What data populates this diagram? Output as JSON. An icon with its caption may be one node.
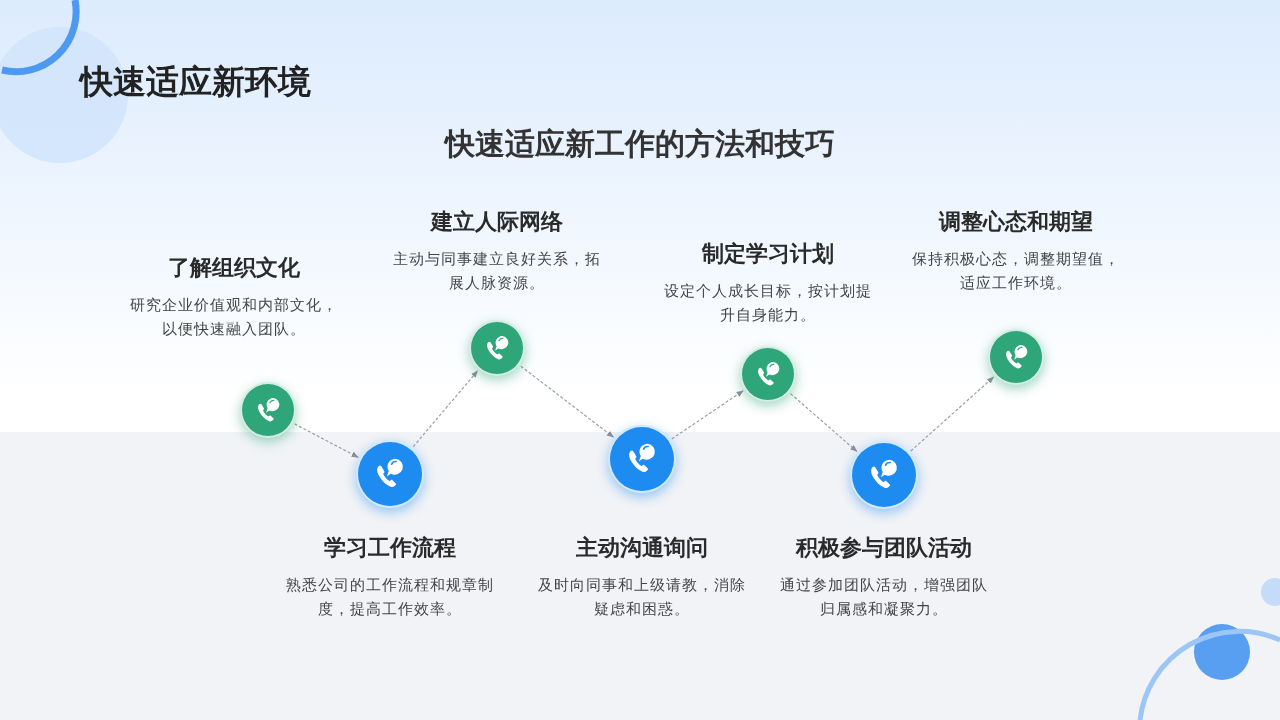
{
  "diagram": {
    "title": "快速适应新环境",
    "nodes": [
      {
        "text": [],
        "shape": "circle",
        "beside": [
          "了解组织文化",
          "研究企业价值观和内部文化，以便快速融入团队。"
        ]
      },
      {
        "text": [],
        "shape": "circle",
        "beside": [
          "学习工作流程",
          "熟悉公司的工作流程和规章制度，提高工作效率。"
        ]
      },
      {
        "text": [],
        "shape": "circle",
        "beside": [
          "建立人际网络",
          "主动与同事建立良好关系，拓展人脉资源。"
        ]
      },
      {
        "text": [],
        "shape": "circle",
        "beside": [
          "主动沟通询问",
          "及时向同事和上级请教，消除疑虑和困惑。"
        ]
      },
      {
        "text": [],
        "shape": "circle",
        "beside": [
          "制定学习计划",
          "设定个人成长目标，按计划提升自身能力。"
        ]
      },
      {
        "text": [],
        "shape": "circle",
        "beside": [
          "积极参与团队活动",
          "通过参加团队活动，增强团队归属感和凝聚力。"
        ]
      },
      {
        "text": [],
        "shape": "circle",
        "beside": [
          "调整心态和期望",
          "保持积极心态，调整期望值，适应工作环境。"
        ]
      }
    ],
    "edges": [
      {
        "from": 0,
        "to": 1,
        "arrow": "to",
        "style": "dashed"
      },
      {
        "from": 1,
        "to": 2,
        "arrow": "to",
        "style": "dashed"
      },
      {
        "from": 2,
        "to": 3,
        "arrow": "to",
        "style": "dashed"
      },
      {
        "from": 3,
        "to": 4,
        "arrow": "to",
        "style": "dashed"
      },
      {
        "from": 4,
        "to": 5,
        "arrow": "to",
        "style": "dashed"
      },
      {
        "from": 5,
        "to": 6,
        "arrow": "to",
        "style": "dashed"
      }
    ],
    "labels": [
      "快速适应新工作的方法和技巧"
    ]
  }
}
